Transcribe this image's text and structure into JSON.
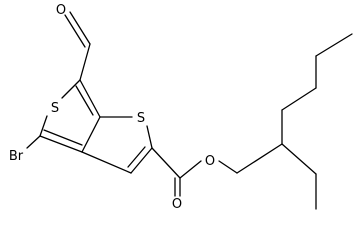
{
  "molecule": {
    "atom_labels": {
      "aldehyde_oxygen": "O",
      "thiophene_sulfur_left": "S",
      "thiophene_sulfur_right": "S",
      "bromine": "Br",
      "carbonyl_oxygen": "O",
      "ester_oxygen": "O"
    }
  }
}
